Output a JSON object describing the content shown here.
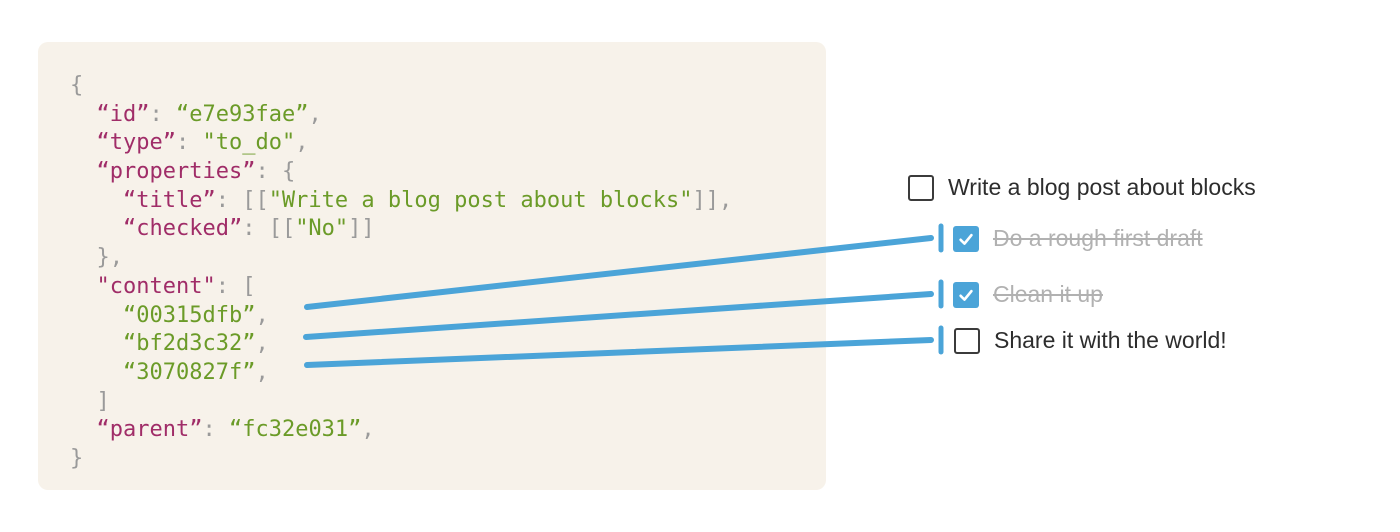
{
  "colors": {
    "panel_background": "#f7f2ea",
    "code_key": "#a02d68",
    "code_string": "#6b9b28",
    "code_punctuation": "#9a9a9a",
    "connector_blue": "#4ba4d8",
    "checkbox_checked_blue": "#4ba4d8",
    "todo_text_dark": "#2d2d2d",
    "todo_text_done_gray": "#b1b1b1"
  },
  "code_panel": {
    "lines": [
      [
        [
          "p",
          "{"
        ]
      ],
      [
        [
          "p",
          "  "
        ],
        [
          "k",
          "“id”"
        ],
        [
          "p",
          ": "
        ],
        [
          "s",
          "“e7e93fae”"
        ],
        [
          "p",
          ","
        ]
      ],
      [
        [
          "p",
          "  "
        ],
        [
          "k",
          "“type”"
        ],
        [
          "p",
          ": "
        ],
        [
          "s",
          "\"to_do\""
        ],
        [
          "p",
          ","
        ]
      ],
      [
        [
          "p",
          "  "
        ],
        [
          "k",
          "“properties”"
        ],
        [
          "p",
          ": {"
        ]
      ],
      [
        [
          "p",
          "    "
        ],
        [
          "k",
          "“title”"
        ],
        [
          "p",
          ": [["
        ],
        [
          "s",
          "\"Write a blog post about blocks\""
        ],
        [
          "p",
          "]],"
        ]
      ],
      [
        [
          "p",
          "    "
        ],
        [
          "k",
          "“checked”"
        ],
        [
          "p",
          ": [["
        ],
        [
          "s",
          "\"No\""
        ],
        [
          "p",
          "]]"
        ]
      ],
      [
        [
          "p",
          "  },"
        ]
      ],
      [
        [
          "p",
          "  "
        ],
        [
          "k",
          "\"content\""
        ],
        [
          "p",
          ": ["
        ]
      ],
      [
        [
          "p",
          "    "
        ],
        [
          "s",
          "“00315dfb”"
        ],
        [
          "p",
          ","
        ]
      ],
      [
        [
          "p",
          "    "
        ],
        [
          "s",
          "“bf2d3c32”"
        ],
        [
          "p",
          ","
        ]
      ],
      [
        [
          "p",
          "    "
        ],
        [
          "s",
          "“3070827f”"
        ],
        [
          "p",
          ","
        ]
      ],
      [
        [
          "p",
          "  ]"
        ]
      ],
      [
        [
          "p",
          "  "
        ],
        [
          "k",
          "“parent”"
        ],
        [
          "p",
          ": "
        ],
        [
          "s",
          "“fc32e031”"
        ],
        [
          "p",
          ","
        ]
      ],
      [
        [
          "p",
          "}"
        ]
      ]
    ]
  },
  "todos": {
    "items": [
      {
        "label": "Write a blog post about blocks",
        "checked": false,
        "completed": false
      },
      {
        "label": "Do a rough first draft",
        "checked": true,
        "completed": true
      },
      {
        "label": "Clean it up",
        "checked": true,
        "completed": true
      },
      {
        "label": "Share it with the world!",
        "checked": false,
        "completed": false
      }
    ]
  },
  "connectors": [
    {
      "from": "00315dfb",
      "to": "Do a rough first draft"
    },
    {
      "from": "bf2d3c32",
      "to": "Clean it up"
    },
    {
      "from": "3070827f",
      "to": "Share it with the world!"
    }
  ]
}
